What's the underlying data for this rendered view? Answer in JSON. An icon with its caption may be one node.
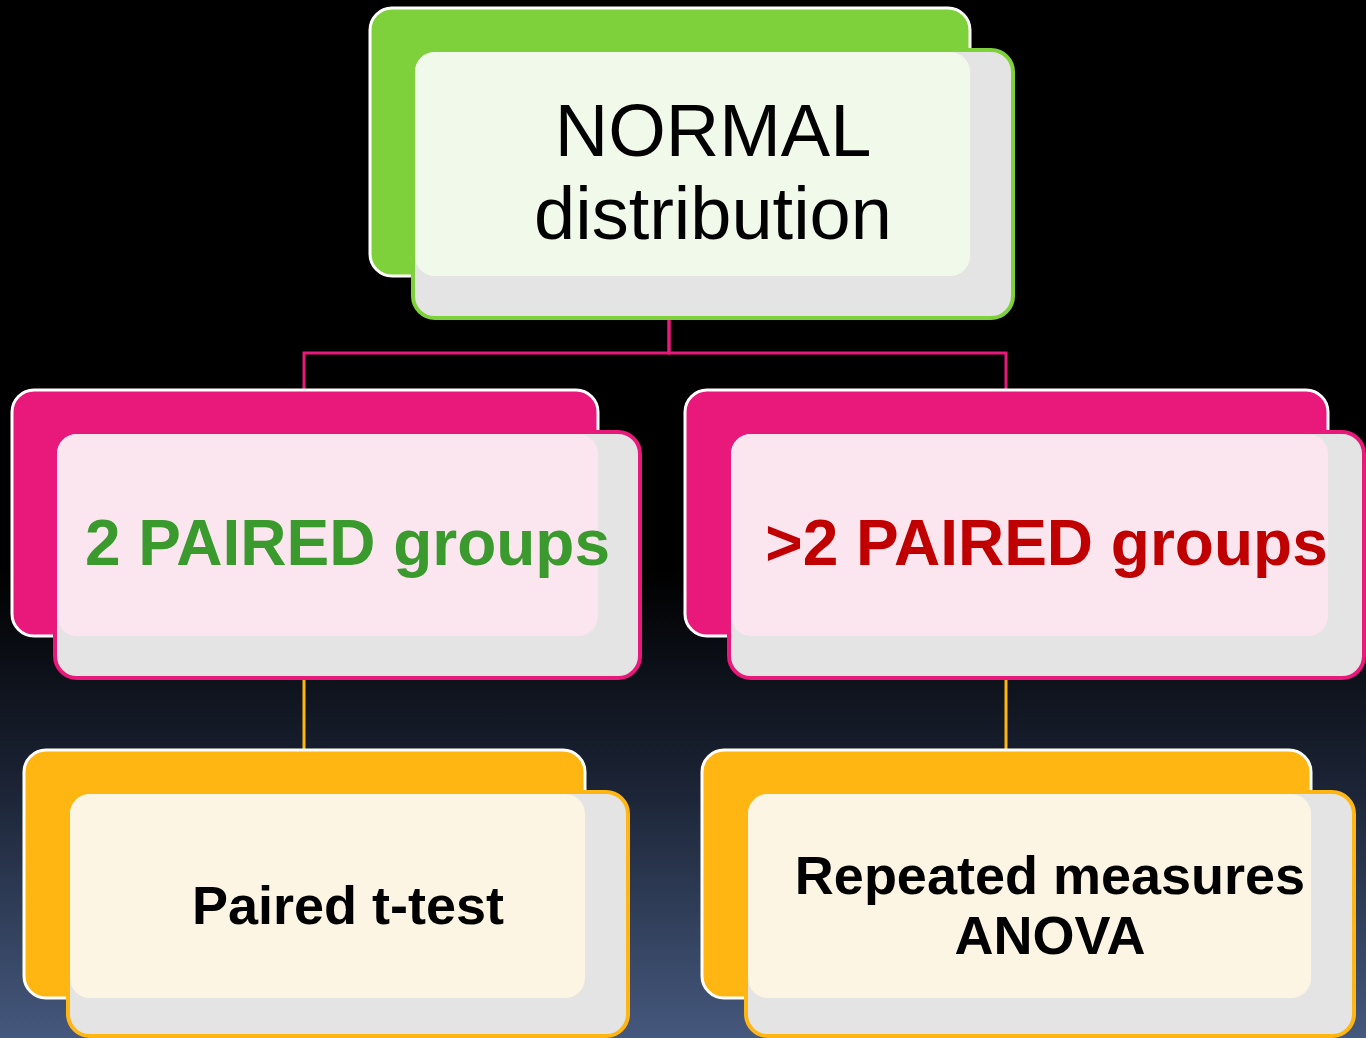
{
  "diagram": {
    "nodes": [
      {
        "text": [
          "NORMAL distribution"
        ]
      },
      {
        "text": [
          "2 PAIRED groups"
        ]
      },
      {
        "text": [
          ">2 PAIRED groups"
        ]
      },
      {
        "text": [
          "Paired t-test"
        ]
      },
      {
        "text": [
          "Repeated measures ANOVA"
        ]
      }
    ],
    "edges": [
      {
        "from": 0,
        "to": 1,
        "arrow": "none",
        "color": "#e8197a"
      },
      {
        "from": 0,
        "to": 2,
        "arrow": "none",
        "color": "#e8197a"
      },
      {
        "from": 1,
        "to": 3,
        "arrow": "none",
        "color": "#ffb612"
      },
      {
        "from": 2,
        "to": 4,
        "arrow": "none",
        "color": "#ffb612"
      }
    ]
  }
}
